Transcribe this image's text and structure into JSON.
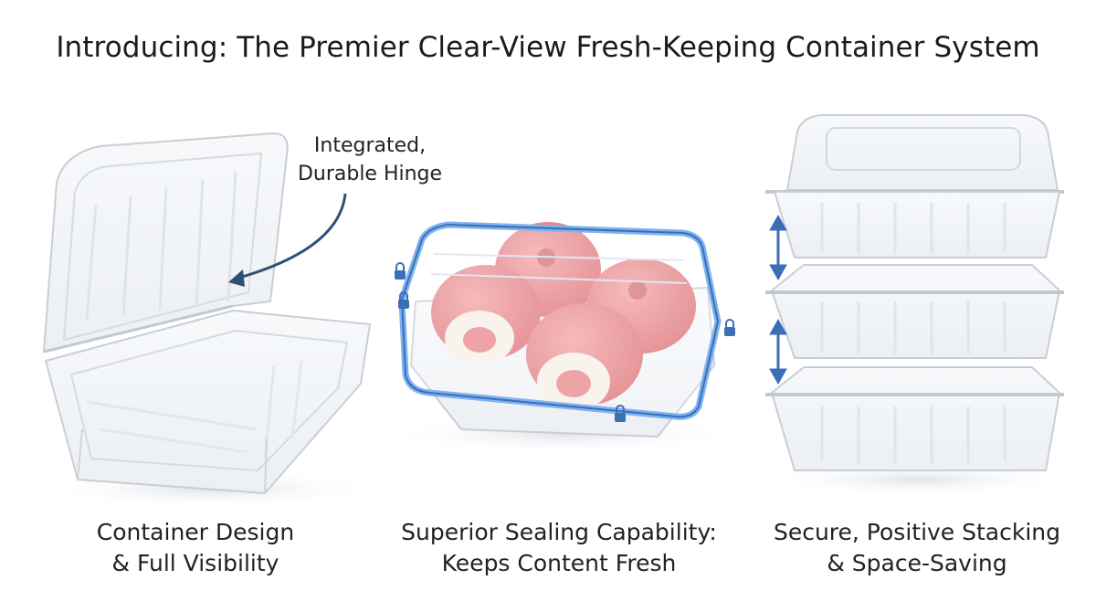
{
  "title": "Introducing: The Premier Clear-View Fresh-Keeping Container System",
  "callout": {
    "line1": "Integrated,",
    "line2": "Durable Hinge"
  },
  "panels": [
    {
      "line1": "Container Design",
      "line2": "& Full Visibility"
    },
    {
      "line1": "Superior Sealing Capability:",
      "line2": "Keeps Content Fresh"
    },
    {
      "line1": "Secure, Positive Stacking",
      "line2": "& Space-Saving"
    }
  ],
  "colors": {
    "accent_blue": "#3a6fb5",
    "seal_glow": "#7fb2f0",
    "cake_pink": "#e8868a",
    "cream": "#f7efe8",
    "plastic_edge": "#c9ced6"
  },
  "icons": [
    "hinge-arrow-icon",
    "lock-icon",
    "double-arrow-icon"
  ]
}
